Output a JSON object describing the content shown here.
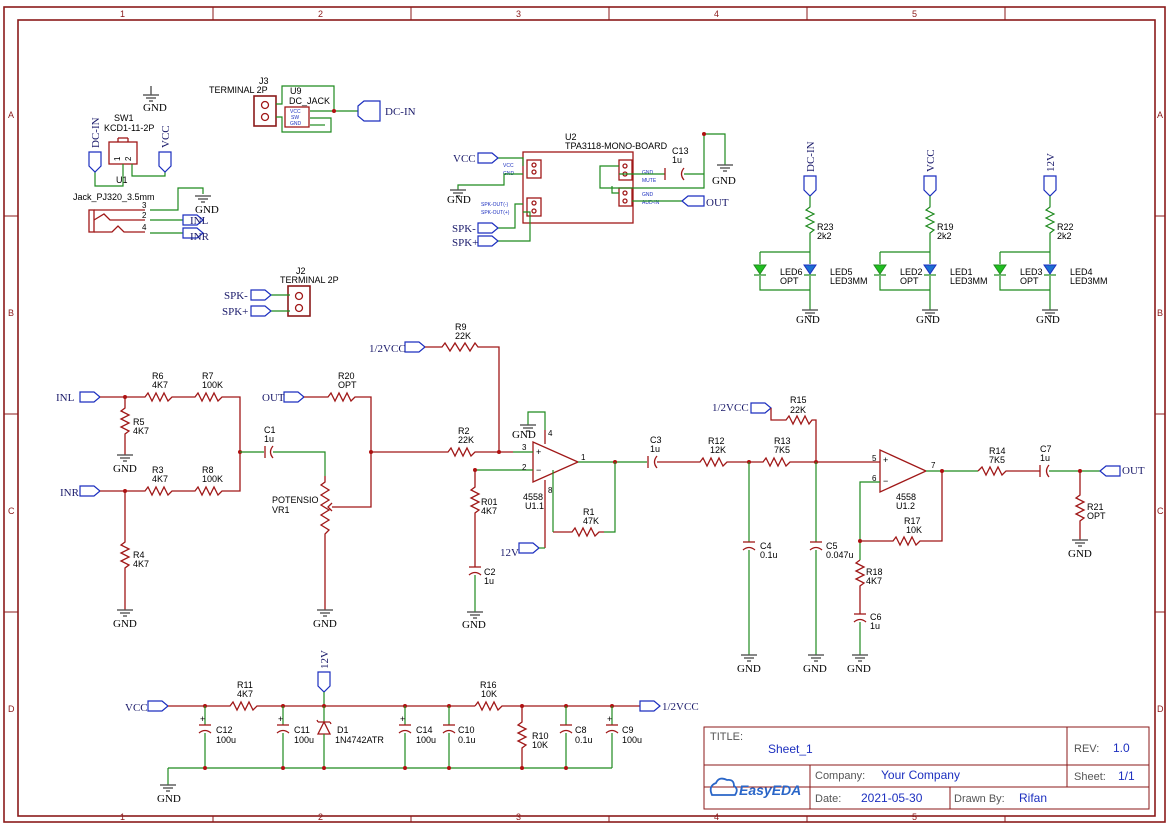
{
  "sheet": {
    "columns": [
      "1",
      "2",
      "3",
      "4",
      "5"
    ],
    "rows": [
      "A",
      "B",
      "C",
      "D"
    ]
  },
  "title_block": {
    "title_label": "TITLE:",
    "title": "Sheet_1",
    "rev_label": "REV:",
    "rev": "1.0",
    "company_label": "Company:",
    "company": "Your Company",
    "sheet_label": "Sheet:",
    "sheet_no": "1/1",
    "date_label": "Date:",
    "date": "2021-05-30",
    "drawn_label": "Drawn By:",
    "drawn": "Rifan",
    "logo": "EasyEDA"
  },
  "nets": {
    "gnd": "GND",
    "dcin": "DC-IN",
    "vcc": "VCC",
    "v12": "12V",
    "half": "1/2VCC",
    "out": "OUT",
    "inl": "INL",
    "inr": "INR",
    "spkm": "SPK-",
    "spkp": "SPK+"
  },
  "parts": {
    "sw1": "SW1",
    "sw1v": "KCD1-11-2P",
    "u1": "U1",
    "jack": "Jack_PJ320_3.5mm",
    "j3": "J3",
    "j3v": "TERMINAL 2P",
    "u9": "U9",
    "u9v": "DC_JACK",
    "u2": "U2",
    "u2v": "TPA3118-MONO-BOARD",
    "c13": "C13",
    "c13v": "1u",
    "j2": "J2",
    "j2v": "TERMINAL 2P",
    "r23": "R23",
    "r23v": "2k2",
    "r19": "R19",
    "r19v": "2k2",
    "r22": "R22",
    "r22v": "2k2",
    "led6": "LED6",
    "led5": "LED5",
    "led2": "LED2",
    "led1": "LED1",
    "led3": "LED3",
    "led4": "LED4",
    "opt": "OPT",
    "led3mm": "LED3MM",
    "r9": "R9",
    "r9v": "22K",
    "r6": "R6",
    "r6v": "4K7",
    "r7": "R7",
    "r7v": "100K",
    "r5": "R5",
    "r5v": "4K7",
    "r20": "R20",
    "r20v": "OPT",
    "c1": "C1",
    "c1v": "1u",
    "r3": "R3",
    "r3v": "4K7",
    "r8": "R8",
    "r8v": "100K",
    "vr": "POTENSIO",
    "vr1": "VR1",
    "r4": "R4",
    "r4v": "4K7",
    "r2": "R2",
    "r2v": "22K",
    "r01": "R01",
    "r01v": "4K7",
    "c2": "C2",
    "c2v": "1u",
    "u11a": "4558",
    "u11b": "U1.1",
    "r1": "R1",
    "r1v": "47K",
    "c3": "C3",
    "c3v": "1u",
    "r12": "R12",
    "r12v": "12K",
    "r13": "R13",
    "r13v": "7K5",
    "r15": "R15",
    "r15v": "22K",
    "c4": "C4",
    "c4v": "0.1u",
    "c5": "C5",
    "c5v": "0.047u",
    "u12a": "4558",
    "u12b": "U1.2",
    "r17": "R17",
    "r17v": "10K",
    "r18": "R18",
    "r18v": "4K7",
    "c6": "C6",
    "c6v": "1u",
    "r14": "R14",
    "r14v": "7K5",
    "c7": "C7",
    "c7v": "1u",
    "r21": "R21",
    "r21v": "OPT",
    "r11": "R11",
    "r11v": "4K7",
    "c12": "C12",
    "c12v": "100u",
    "c11": "C11",
    "c11v": "100u",
    "d1": "D1",
    "d1v": "1N4742ATR",
    "c14": "C14",
    "c14v": "100u",
    "c10": "C10",
    "c10v": "0.1u",
    "r16": "R16",
    "r16v": "10K",
    "r10": "R10",
    "r10v": "10K",
    "c8": "C8",
    "c8v": "0.1u",
    "c9": "C9",
    "c9v": "100u"
  },
  "pins": {
    "p1": "1",
    "p2": "2",
    "p3": "3",
    "p4": "4",
    "p5": "5",
    "p6": "6",
    "p7": "7",
    "p8": "8"
  },
  "module_pins": {
    "vcc": "VCC",
    "gnd": "GND",
    "mute": "MUTE",
    "audin": "AUD-IN",
    "spkm": "SPK-OUT(-)",
    "spkp": "SPK-OUT(+)",
    "u9vcc": "VCC",
    "u9sw": "SW",
    "u9gnd": "GND"
  },
  "colors": {
    "wire": "#1f8a1f",
    "part": "#a01818",
    "net": "#1c2fbf",
    "frame": "#8b1a1a"
  }
}
